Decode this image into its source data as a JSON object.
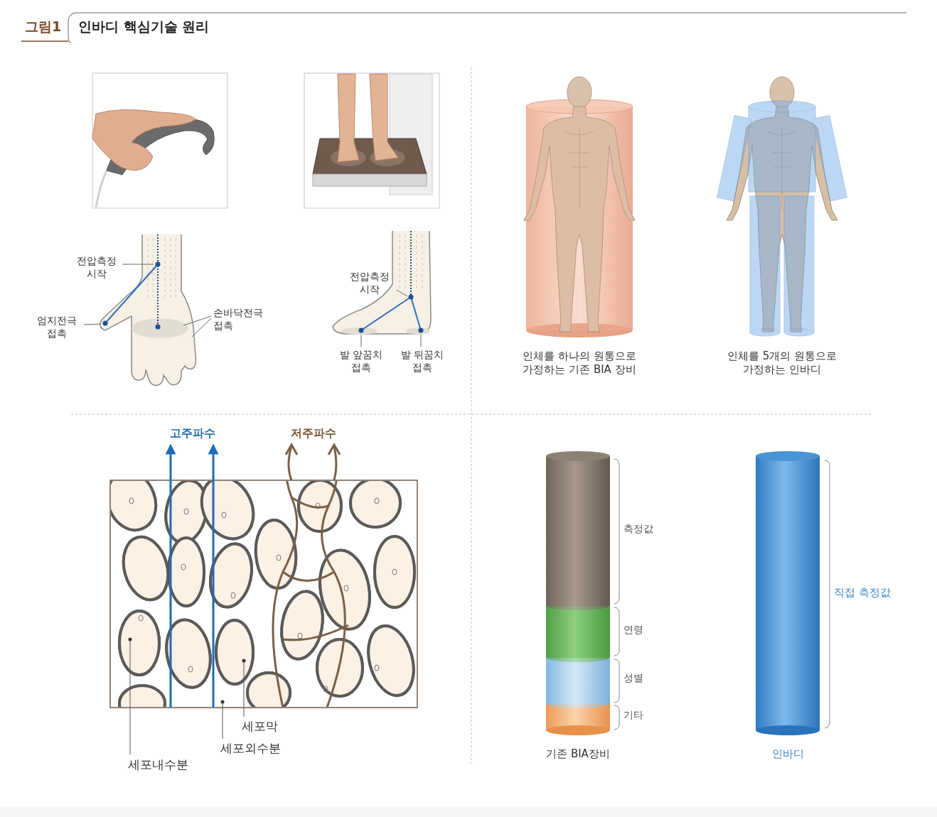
{
  "diagram": {
    "title": "인바디 핵심기술 원리",
    "labels": [
      "그림1",
      "전압측정 시작",
      "엄지전극 접촉",
      "손바닥전극 접촉",
      "전압측정 시작",
      "발 앞꿈치 접촉",
      "발 뒤꿈치 접촉",
      "인체를 하나의 원통으로 가정하는 기존 BIA 장비",
      "인체를 5개의 원통으로 가정하는 인바디",
      "고주파수",
      "저주파수",
      "세포막",
      "세포외수분",
      "세포내수분",
      "측정값",
      "연령",
      "성별",
      "기타",
      "기존 BIA장비",
      "직접 측정값",
      "인바디"
    ]
  }
}
